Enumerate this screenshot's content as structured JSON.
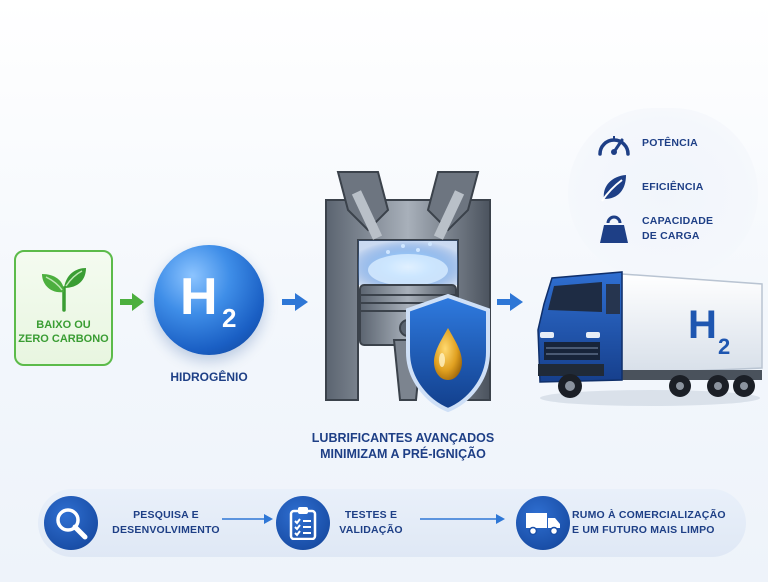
{
  "benefits": [
    {
      "label": "POTÊNCIA",
      "icon": "gauge-icon"
    },
    {
      "label": "EFICIÊNCIA",
      "icon": "leaf-icon"
    },
    {
      "label_line1": "CAPACIDADE",
      "label_line2": "DE CARGA",
      "icon": "weight-icon"
    }
  ],
  "carbon": {
    "line1": "BAIXO OU",
    "line2": "ZERO CARBONO",
    "icon": "sprout-icon"
  },
  "hydrogen": {
    "symbol": "H",
    "subscript": "2",
    "label": "HIDROGÊNIO"
  },
  "lubricant": {
    "line1": "LUBRIFICANTES AVANÇADOS",
    "line2": "MINIMIZAM A PRÉ-IGNIÇÃO",
    "icon": "oil-drop-shield-icon"
  },
  "truck": {
    "trailer_symbol": "H",
    "trailer_subscript": "2"
  },
  "steps": [
    {
      "line1": "PESQUISA E",
      "line2": "DESENVOLVIMENTO",
      "icon": "magnifier-icon"
    },
    {
      "line1": "TESTES E",
      "line2": "VALIDAÇÃO",
      "icon": "clipboard-icon"
    },
    {
      "line1": "RUMO À COMERCIALIZAÇÃO",
      "line2": "E UM FUTURO MAIS LIMPO",
      "icon": "truck-icon"
    }
  ],
  "colors": {
    "brand_blue": "#1a4fa8",
    "green": "#3a9d33",
    "text_blue": "#1e3f86",
    "oil": "#e0a020"
  }
}
